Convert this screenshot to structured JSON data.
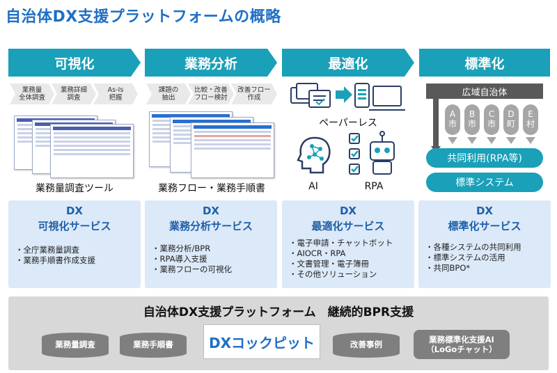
{
  "title": "自治体DX支援プラットフォームの概略",
  "phases": [
    "可視化",
    "業務分析",
    "最適化",
    "標準化"
  ],
  "steps": {
    "visualize": [
      "業務量\n全体調査",
      "業務詳細\n調査",
      "As-Is\n把握"
    ],
    "analysis": [
      "課題の\n抽出",
      "比較・改善\nフロー検討",
      "改善フロー\n作成"
    ]
  },
  "captions": {
    "visualize": "業務量調査ツール",
    "analysis": "業務フロー・業務手順書",
    "paperless": "ペーパーレス",
    "ai": "AI",
    "rpa": "RPA"
  },
  "standardization": {
    "region": "広域自治体",
    "municipalities": [
      {
        "letter": "A",
        "type": "市"
      },
      {
        "letter": "B",
        "type": "市"
      },
      {
        "letter": "C",
        "type": "市"
      },
      {
        "letter": "D",
        "type": "町"
      },
      {
        "letter": "E",
        "type": "村"
      }
    ],
    "shared_use": "共同利用(RPA等)",
    "standard_system": "標準システム"
  },
  "services": [
    {
      "dx": "DX",
      "name": "可視化サービス",
      "items": [
        "全庁業務量調査",
        "業務手順書作成支援"
      ]
    },
    {
      "dx": "DX",
      "name": "業務分析サービス",
      "items": [
        "業務分析/BPR",
        "RPA導入支援",
        "業務フローの可視化"
      ]
    },
    {
      "dx": "DX",
      "name": "最適化サービス",
      "items": [
        "電子申請・チャットボット",
        "AIOCR・RPA",
        "文書管理・電子簿冊",
        "その他ソリューション"
      ]
    },
    {
      "dx": "DX",
      "name": "標準化サービス",
      "items": [
        "各種システムの共同利用",
        "標準システムの活用",
        "共同BPO*"
      ]
    }
  ],
  "platform": {
    "title": "自治体DX支援プラットフォーム　継続的BPR支援",
    "cockpit": "DXコックピット",
    "items": [
      "業務量調査",
      "業務手順書",
      "改善事例"
    ],
    "ai_line1": "業務標準化支援AI",
    "ai_line2": "（LoGoチャット）"
  },
  "colors": {
    "title": "#1f6fc5",
    "phase": "#1aa0b8",
    "service_bg": "#dbe9f8",
    "service_text": "#1f5fa8"
  }
}
